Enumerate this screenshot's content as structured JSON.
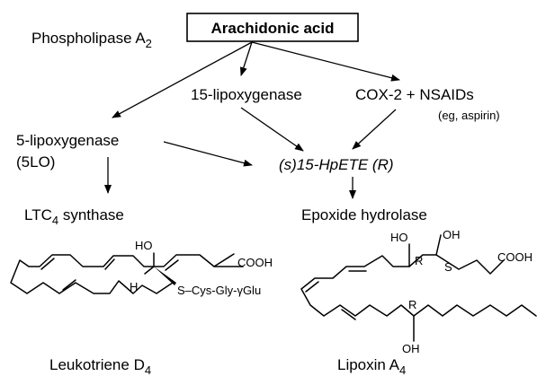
{
  "nodes": {
    "arachidonic_acid": "Arachidonic acid",
    "phospholipase_text": "Phospholipase A",
    "phospholipase_sub": "2",
    "lox15": "15-lipoxygenase",
    "cox2": "COX-2 + NSAIDs",
    "cox2_note": "(eg, aspirin)",
    "lox5": "5-lipoxygenase",
    "lox5_abbr": "(5LO)",
    "hpete": "(s)15-HpETE (R)",
    "ltc4_pre": "LTC",
    "ltc4_sub": "4",
    "ltc4_post": " synthase",
    "epoxide": "Epoxide hydrolase"
  },
  "structures": {
    "ltd4": {
      "name": "Leukotriene D",
      "name_sub": "4",
      "ho_label": "HO",
      "h_label": "H",
      "cooh_label": "COOH",
      "chain_label": "S–Cys-Gly-γGlu"
    },
    "lxa4": {
      "name": "Lipoxin A",
      "name_sub": "4",
      "ho_label": "HO",
      "oh_label": "OH",
      "r_label": "R",
      "s_label": "S",
      "cooh_label": "COOH",
      "r2_label": "R",
      "oh2_label": "OH"
    }
  }
}
